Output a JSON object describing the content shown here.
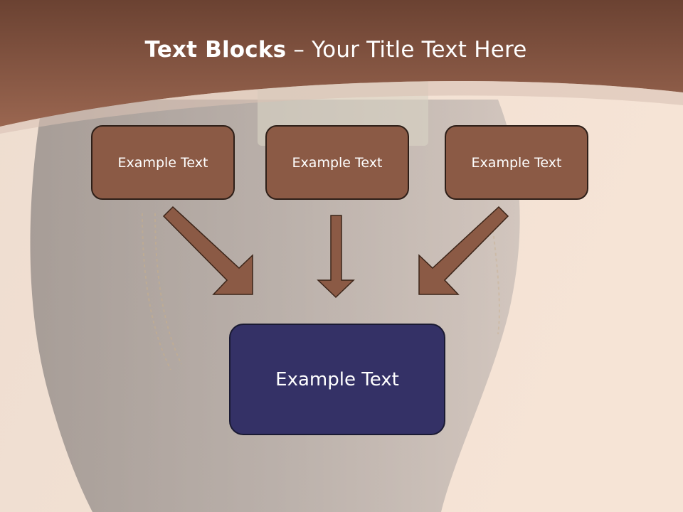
{
  "slide": {
    "title_bold": "Text Blocks",
    "title_separator": " – ",
    "title_rest": "Your Title Text Here"
  },
  "diagram": {
    "top_boxes": [
      "Example Text",
      "Example Text",
      "Example Text"
    ],
    "bottom_box": "Example Text"
  },
  "colors": {
    "header_brown": "#7a4a35",
    "box_brown": "#8b5a45",
    "box_navy": "#343166",
    "arrow_brown": "#8b5a45"
  }
}
